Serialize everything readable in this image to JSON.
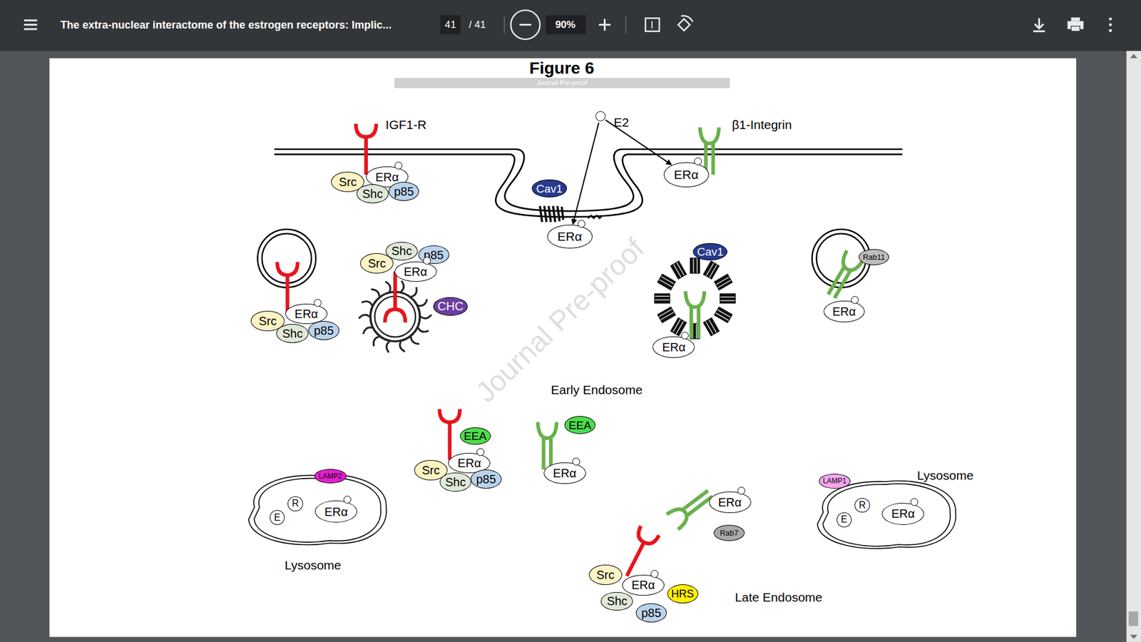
{
  "diagram": {
    "title": "Figure 6",
    "nodes": [
      {
        "text": [
          "E2"
        ]
      },
      {
        "text": [
          "Src"
        ]
      },
      {
        "text": [
          "ERα"
        ]
      },
      {
        "text": [
          "Shc"
        ]
      },
      {
        "text": [
          "p85"
        ]
      },
      {
        "text": [
          "Cav1"
        ]
      },
      {
        "text": [
          "ERα"
        ]
      },
      {
        "text": [
          "ERα"
        ]
      },
      {
        "text": [
          "Shc"
        ]
      },
      {
        "text": [
          "p85"
        ]
      },
      {
        "text": [
          "Src"
        ]
      },
      {
        "text": [
          "ERα"
        ]
      },
      {
        "text": [
          "Cav1"
        ]
      },
      {
        "text": [
          "Rab11"
        ]
      },
      {
        "text": [
          "Src"
        ]
      },
      {
        "text": [
          "ERα"
        ]
      },
      {
        "text": [
          "Shc"
        ]
      },
      {
        "text": [
          "p85"
        ]
      },
      {
        "text": [
          "CHC"
        ]
      },
      {
        "text": [
          "ERα"
        ]
      },
      {
        "text": [
          "ERα"
        ]
      },
      {
        "text": [
          "EEA"
        ]
      },
      {
        "text": [
          "Src"
        ]
      },
      {
        "text": [
          "ERα"
        ]
      },
      {
        "text": [
          "Shc"
        ]
      },
      {
        "text": [
          "p85"
        ]
      },
      {
        "text": [
          "EEA"
        ]
      },
      {
        "text": [
          "ERα"
        ]
      },
      {
        "text": [
          "Lysosome"
        ]
      },
      {
        "text": [
          "LAMP2"
        ],
        "in": 28
      },
      {
        "text": [
          "R"
        ],
        "in": 28
      },
      {
        "text": [
          "E"
        ],
        "in": 28
      },
      {
        "text": [
          "ERα"
        ],
        "in": 28
      },
      {
        "text": [
          "Lysosome"
        ]
      },
      {
        "text": [
          "LAMP1"
        ],
        "in": 33
      },
      {
        "text": [
          "R"
        ],
        "in": 33
      },
      {
        "text": [
          "E"
        ],
        "in": 33
      },
      {
        "text": [
          "ERα"
        ],
        "in": 33
      },
      {
        "text": [
          "ERα"
        ]
      },
      {
        "text": [
          "Rab7"
        ]
      },
      {
        "text": [
          "Src"
        ]
      },
      {
        "text": [
          "ERα"
        ]
      },
      {
        "text": [
          "Shc"
        ]
      },
      {
        "text": [
          "p85"
        ]
      },
      {
        "text": [
          "HRS"
        ]
      }
    ],
    "edges": [
      {
        "from": 0,
        "to": 6,
        "arrow": "to"
      },
      {
        "from": 0,
        "to": 7,
        "arrow": "to"
      }
    ],
    "labels": [
      "The extra-nuclear interactome of the estrogen receptors: Implic...",
      "41",
      "/ 41",
      "90%",
      "Journal Pre-proof",
      "IGF1-R",
      "β1-Integrin",
      "Journal Pre-proof",
      "Early Endosome",
      "Late Endosome"
    ]
  }
}
